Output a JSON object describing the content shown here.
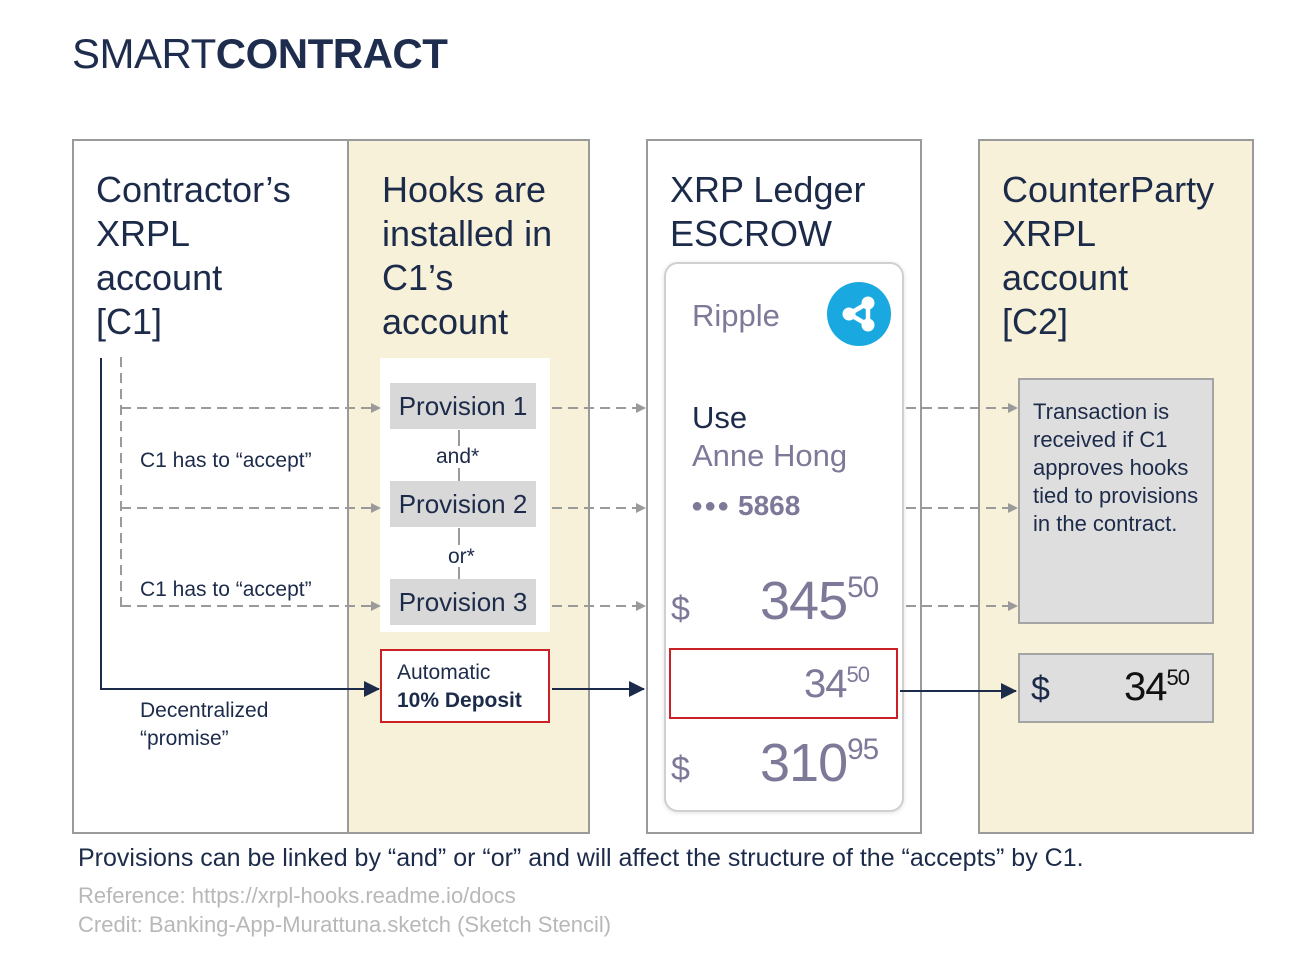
{
  "title": {
    "light": "SMART",
    "bold": "CONTRACT"
  },
  "columns": {
    "c1": {
      "title": "Contractor’s\nXRPL\naccount\n[C1]"
    },
    "hooks": {
      "title": "Hooks are\ninstalled in\nC1’s\naccount"
    },
    "xrp": {
      "title": "XRP Ledger\nESCROW"
    },
    "c2": {
      "title": "CounterParty\nXRPL\naccount\n[C2]"
    }
  },
  "provisions": [
    {
      "label": "Provision 1"
    },
    {
      "label": "Provision 2"
    },
    {
      "label": "Provision 3"
    }
  ],
  "connectors": {
    "and": "and*",
    "or": "or*"
  },
  "accept_notes": [
    "C1 has to “accept”",
    "C1 has to “accept”"
  ],
  "decentralized": {
    "line1": "Decentralized",
    "line2": "“promise”"
  },
  "deposit": {
    "line1": "Automatic",
    "line2": "10% Deposit"
  },
  "card": {
    "brand": "Ripple",
    "use_label": "Use",
    "holder": "Anne Hong",
    "dots": "●●●",
    "last4": "5868",
    "balance": {
      "currency": "$",
      "main": "345",
      "cents": "50"
    },
    "deposit": {
      "main": "34",
      "cents": "50"
    },
    "remaining": {
      "currency": "$",
      "main": "310",
      "cents": "95"
    }
  },
  "counterparty": {
    "note": "Transaction is received if C1 approves hooks tied to provisions in the contract.",
    "amount": {
      "currency": "$",
      "main": "34",
      "cents": "50"
    }
  },
  "footer": "Provisions can be linked by “and” or “or” and will affect the structure of the “accepts” by C1.",
  "reference": "Reference: https://xrpl-hooks.readme.io/docs",
  "credit": "Credit: Banking-App-Murattuna.sketch (Sketch Stencil)",
  "colors": {
    "navy": "#1d2b4a",
    "hooks_bg": "#f6f1d8",
    "ripple_blue": "#19a9e0",
    "red_border": "#cc2027",
    "muted_purple": "#7d7998",
    "dashed_gray": "#9a9a9a"
  }
}
